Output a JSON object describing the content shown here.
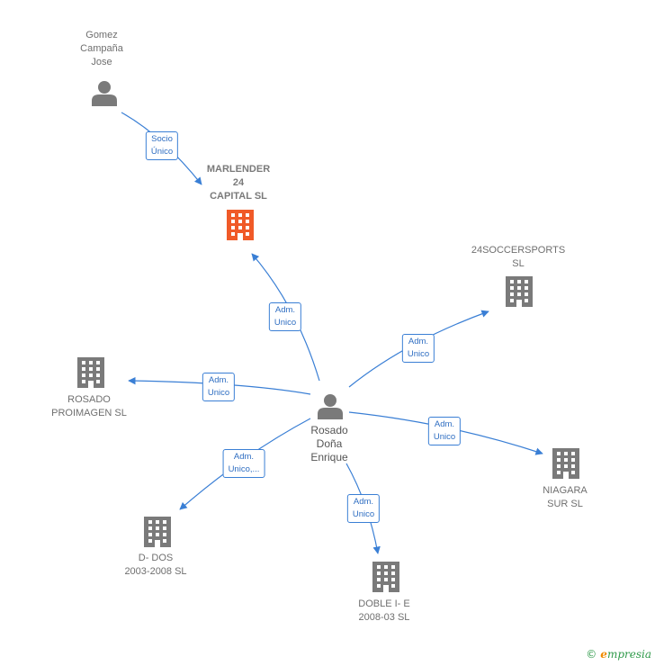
{
  "colors": {
    "edge": "#3a7fd5",
    "company": "#7a7a7a",
    "highlight": "#f05a28",
    "person": "#7a7a7a"
  },
  "nodes": {
    "gomez": {
      "lines": [
        "Gomez",
        "Campaña",
        "Jose"
      ],
      "icon": "person-icon"
    },
    "marlender": {
      "lines": [
        "MARLENDER",
        "24",
        "CAPITAL  SL"
      ],
      "icon": "building-icon"
    },
    "soccer": {
      "lines": [
        "24SOCCERSPORTS",
        "SL"
      ],
      "icon": "building-icon"
    },
    "proimagen": {
      "lines": [
        "ROSADO",
        "PROIMAGEN SL"
      ],
      "icon": "building-icon"
    },
    "rosado": {
      "lines": [
        "Rosado",
        "Doña",
        "Enrique"
      ],
      "icon": "person-icon"
    },
    "niagara": {
      "lines": [
        "NIAGARA",
        "SUR  SL"
      ],
      "icon": "building-icon"
    },
    "ddos": {
      "lines": [
        "D- DOS",
        "2003-2008  SL"
      ],
      "icon": "building-icon"
    },
    "doble": {
      "lines": [
        "DOBLE I- E",
        "2008-03  SL"
      ],
      "icon": "building-icon"
    }
  },
  "edges": {
    "gomez_marlender": [
      "Socio",
      "Único"
    ],
    "rosado_marlender": [
      "Adm.",
      "Unico"
    ],
    "rosado_soccer": [
      "Adm.",
      "Unico"
    ],
    "rosado_proimagen": [
      "Adm.",
      "Unico"
    ],
    "rosado_niagara": [
      "Adm.",
      "Unico"
    ],
    "rosado_ddos": [
      "Adm.",
      "Unico,..."
    ],
    "rosado_doble": [
      "Adm.",
      "Unico"
    ]
  },
  "footer": {
    "copyright": "©",
    "brand_initial": "e",
    "brand_rest": "mpresia"
  }
}
